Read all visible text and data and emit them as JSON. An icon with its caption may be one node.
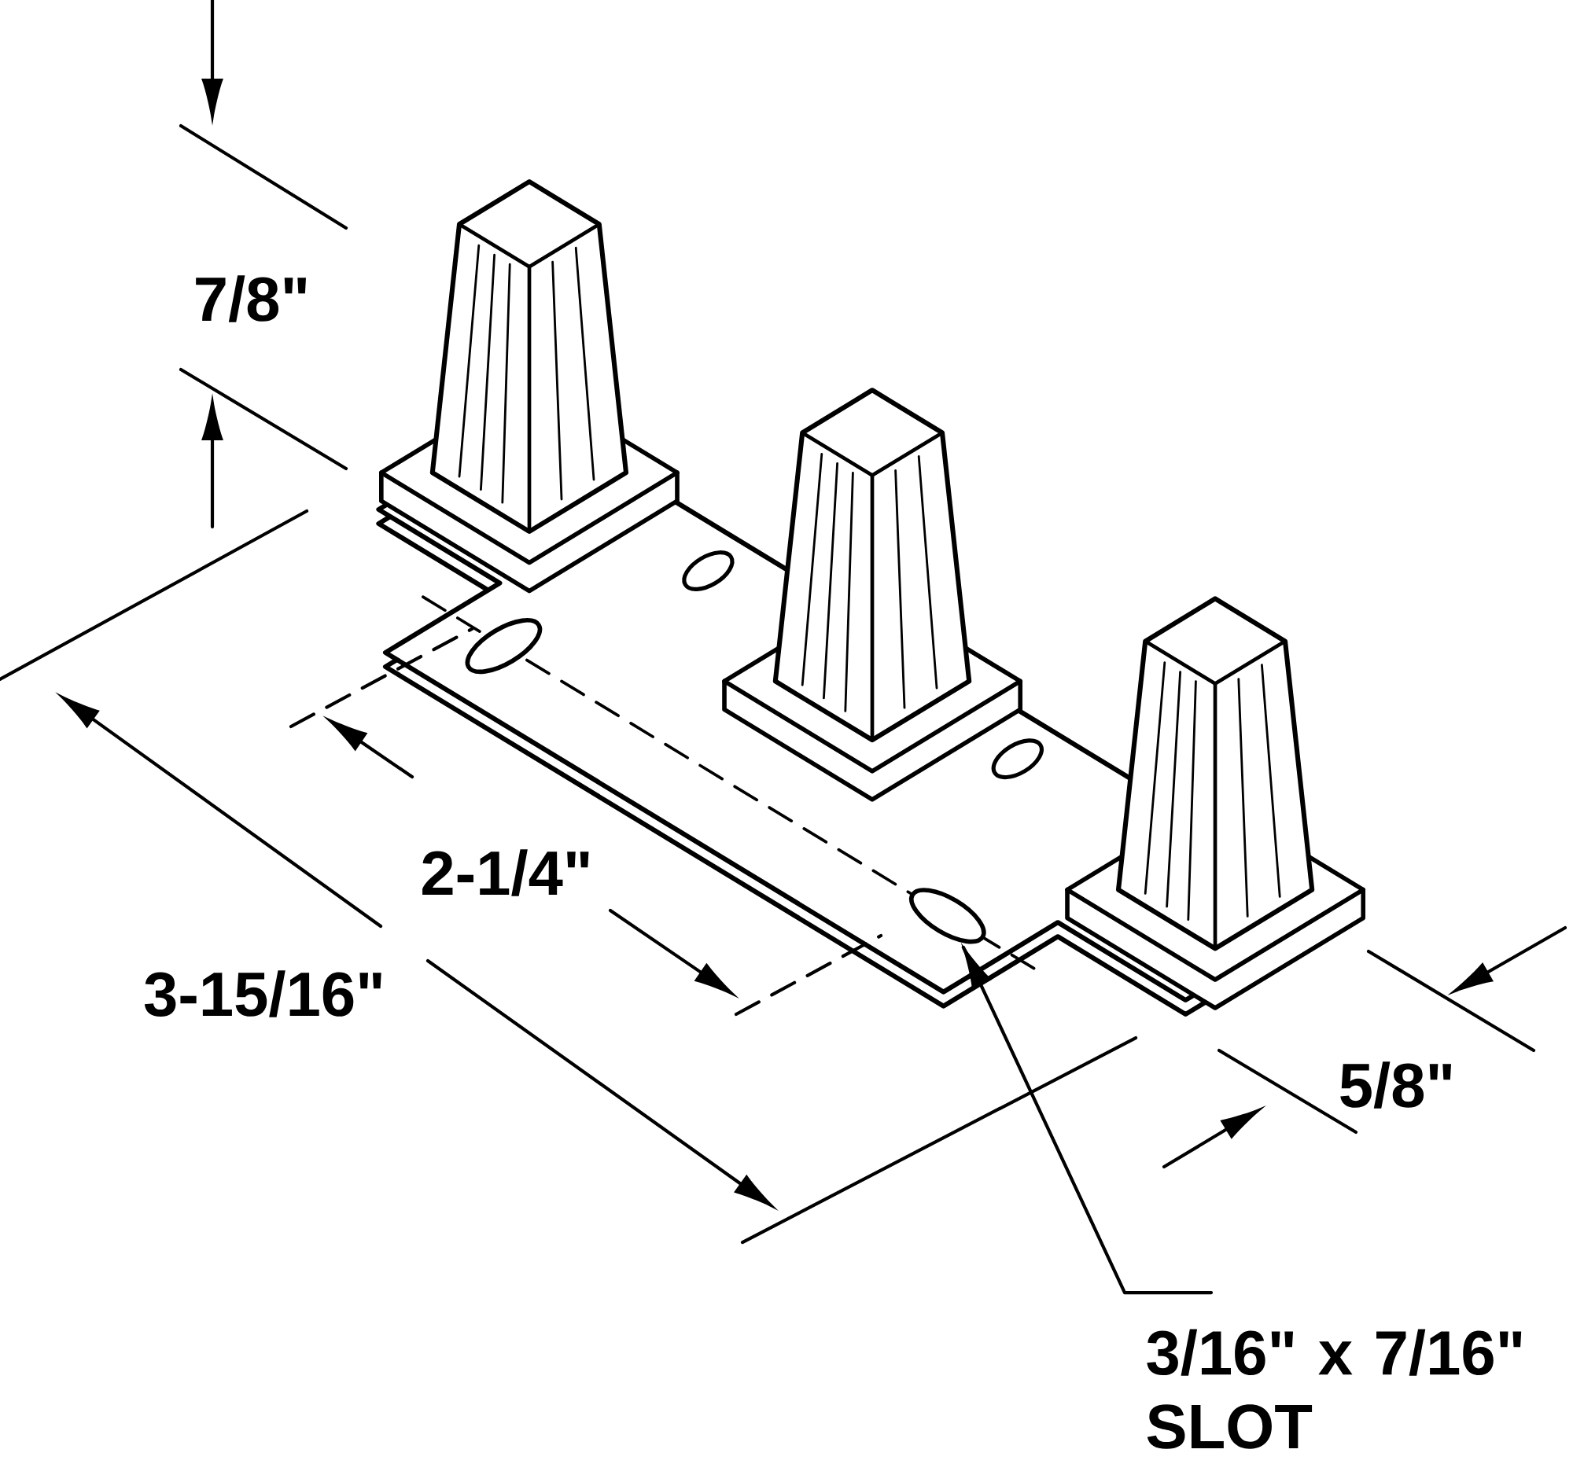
{
  "diagram": {
    "nodes": [
      {
        "text": [
          "3/16\" x 7/16\" SLOT"
        ]
      },
      {
        "text": [],
        "shape": "ellipse"
      }
    ],
    "edges": [
      {
        "from": 0,
        "to": 1,
        "arrow": "to"
      }
    ],
    "labels": [
      "7/8\"",
      "2-1/4\"",
      "3-15/16\"",
      "5/8\""
    ]
  }
}
